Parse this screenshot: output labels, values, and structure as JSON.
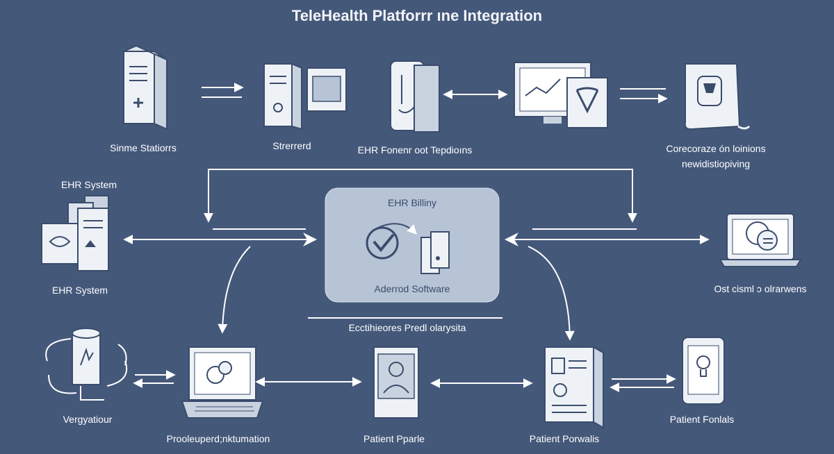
{
  "diagram": {
    "title": "TeleHealth Platforrr ıne Integration",
    "top_row": {
      "label_1": "Sinme Statiorrs",
      "label_2": "Strerrerd",
      "label_3": "EHR Fonenr oot Tepdioıns",
      "label_4_line1": "Corecoraze ón loinions",
      "label_4_line2": "newidistiopiving"
    },
    "left": {
      "header": "EHR System",
      "label": "EHR System"
    },
    "center_panel": {
      "title": "EHR Billiny",
      "subtitle": "Aderrod Software",
      "caption": "Ecctihieores Predl olarysita"
    },
    "right": {
      "label": "Ost cisml ɔ olrarwens"
    },
    "bottom_row": {
      "label_1": "Vergyatiour",
      "label_2": "Prooleuperd;nktumation",
      "label_3": "Patient Pparle",
      "label_4": "Patient Porwalis",
      "label_5": "Patient Fonlals"
    },
    "colors": {
      "background": "#44587a",
      "line": "#ffffff",
      "panel": "#b7c4d6",
      "icon_fill": "#eef2f7",
      "icon_stroke": "#3a4c6b"
    }
  }
}
